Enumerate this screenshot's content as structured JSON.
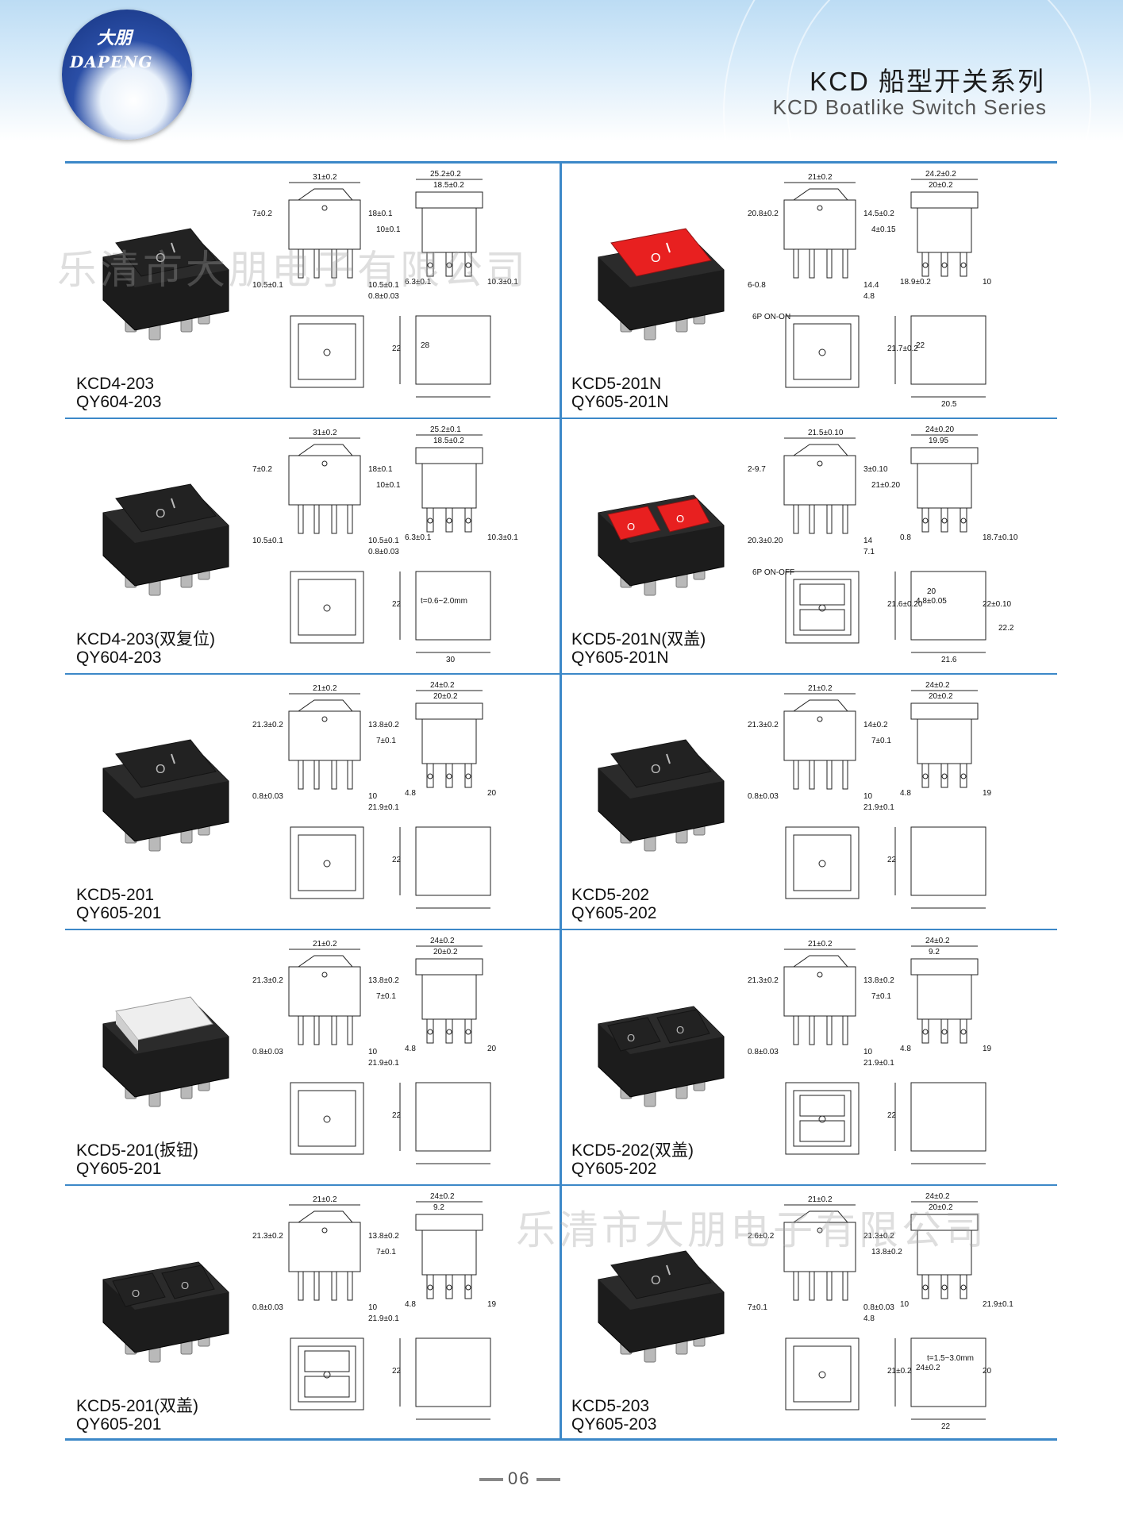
{
  "header": {
    "logo_cn": "大朋",
    "logo_en": "DAPENG",
    "title_cn": "KCD 船型开关系列",
    "title_en": "KCD Boatlike Switch Series"
  },
  "watermark": "乐清市大朋电子有限公司",
  "page_number": "06",
  "products": [
    {
      "model": "KCD4-203",
      "alias": "QY604-203",
      "color": "#222222",
      "rocker": "single",
      "dims": [
        "31±0.2",
        "25.2±0.2",
        "18.5±0.2",
        "7±0.2",
        "18±0.1",
        "10±0.1",
        "10.5±0.1",
        "10.5±0.1",
        "6.3±0.1",
        "0.8±0.03",
        "10.3±0.1",
        "22",
        "28"
      ]
    },
    {
      "model": "KCD5-201N",
      "alias": "QY605-201N",
      "color": "#e82020",
      "rocker": "single",
      "dims": [
        "21±0.2",
        "24.2±0.2",
        "20±0.2",
        "20.8±0.2",
        "14.5±0.2",
        "4±0.15",
        "6-0.8",
        "14.4",
        "18.9±0.2",
        "4.8",
        "10",
        "21.7±0.2",
        "22",
        "20.5"
      ],
      "circuit": "6P  ON-ON"
    },
    {
      "model": "KCD4-203(双复位)",
      "alias": "QY604-203",
      "color": "#222222",
      "rocker": "single",
      "dims": [
        "31±0.2",
        "25.2±0.1",
        "18.5±0.2",
        "7±0.2",
        "18±0.1",
        "10±0.1",
        "10.5±0.1",
        "10.5±0.1",
        "6.3±0.1",
        "0.8±0.03",
        "10.3±0.1",
        "22",
        "t=0.6~2.0mm",
        "30"
      ]
    },
    {
      "model": "KCD5-201N(双盖)",
      "alias": "QY605-201N",
      "color": "#e82020",
      "rocker": "double",
      "dims": [
        "21.5±0.10",
        "24±0.20",
        "19.95",
        "2-9.7",
        "3±0.10",
        "21±0.20",
        "20.3±0.20",
        "14",
        "0.8",
        "7.1",
        "18.7±0.10",
        "21.6±0.20",
        "4.8±0.05",
        "21.6",
        "22±0.10",
        "20",
        "22.2"
      ],
      "circuit": "6P ON-OFF"
    },
    {
      "model": "KCD5-201",
      "alias": "QY605-201",
      "color": "#222222",
      "rocker": "single",
      "dims": [
        "21±0.2",
        "24±0.2",
        "20±0.2",
        "21.3±0.2",
        "13.8±0.2",
        "7±0.1",
        "0.8±0.03",
        "10",
        "4.8",
        "21.9±0.1",
        "20",
        "22"
      ]
    },
    {
      "model": "KCD5-202",
      "alias": "QY605-202",
      "color": "#222222",
      "rocker": "single",
      "dims": [
        "21±0.2",
        "24±0.2",
        "20±0.2",
        "21.3±0.2",
        "14±0.2",
        "7±0.1",
        "0.8±0.03",
        "10",
        "4.8",
        "21.9±0.1",
        "19",
        "22"
      ]
    },
    {
      "model": "KCD5-201(扳钮)",
      "alias": "QY605-201",
      "color": "#eeeeee",
      "rocker": "toggle",
      "dims": [
        "21±0.2",
        "24±0.2",
        "20±0.2",
        "21.3±0.2",
        "13.8±0.2",
        "7±0.1",
        "0.8±0.03",
        "10",
        "4.8",
        "21.9±0.1",
        "20",
        "22"
      ]
    },
    {
      "model": "KCD5-202(双盖)",
      "alias": "QY605-202",
      "color": "#222222",
      "rocker": "double",
      "dims": [
        "21±0.2",
        "24±0.2",
        "9.2",
        "21.3±0.2",
        "13.8±0.2",
        "7±0.1",
        "0.8±0.03",
        "10",
        "4.8",
        "21.9±0.1",
        "19",
        "22"
      ]
    },
    {
      "model": "KCD5-201(双盖)",
      "alias": "QY605-201",
      "color": "#222222",
      "rocker": "double",
      "dims": [
        "21±0.2",
        "24±0.2",
        "9.2",
        "21.3±0.2",
        "13.8±0.2",
        "7±0.1",
        "0.8±0.03",
        "10",
        "4.8",
        "21.9±0.1",
        "19",
        "22"
      ]
    },
    {
      "model": "KCD5-203",
      "alias": "QY605-203",
      "color": "#222222",
      "rocker": "single",
      "dims": [
        "21±0.2",
        "24±0.2",
        "20±0.2",
        "2.6±0.2",
        "21.3±0.2",
        "13.8±0.2",
        "7±0.1",
        "0.8±0.03",
        "10",
        "4.8",
        "21.9±0.1",
        "21±0.2",
        "24±0.2",
        "22",
        "20",
        "t=1.5~3.0mm"
      ]
    }
  ]
}
